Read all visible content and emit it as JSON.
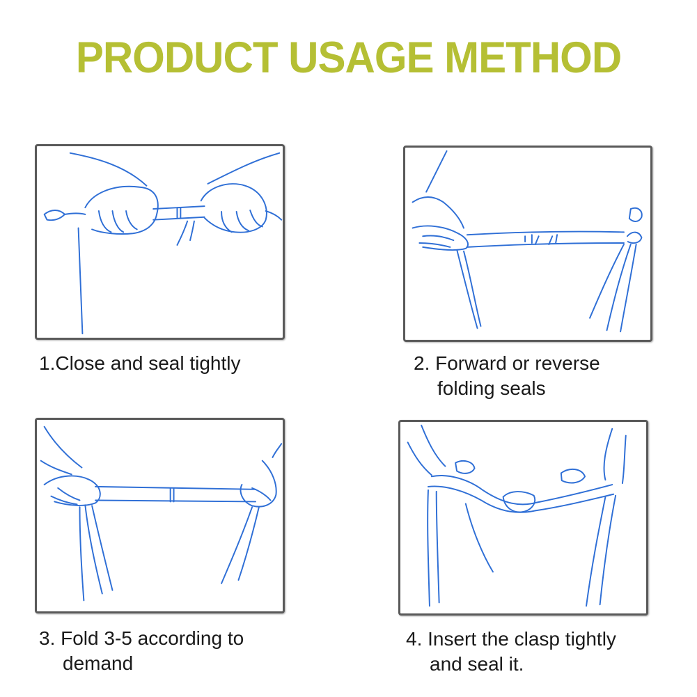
{
  "title": "PRODUCT USAGE METHOD",
  "colors": {
    "title": "#b5bf34",
    "illustration_line": "#2f6fd6",
    "panel_border": "#5a5a5a",
    "caption_text": "#1a1a1a"
  },
  "steps": [
    {
      "lines": [
        "1.Close and seal tightly"
      ],
      "illustration": "hands-closing-seal-strip"
    },
    {
      "lines": [
        "2. Forward or reverse",
        "folding seals"
      ],
      "illustration": "hands-folding-seal-strip"
    },
    {
      "lines": [
        "3. Fold 3-5 according to",
        "demand"
      ],
      "illustration": "hands-holding-folded-strip"
    },
    {
      "lines": [
        "4. Insert the clasp tightly",
        "and seal it."
      ],
      "illustration": "hands-inserting-clasp"
    }
  ]
}
